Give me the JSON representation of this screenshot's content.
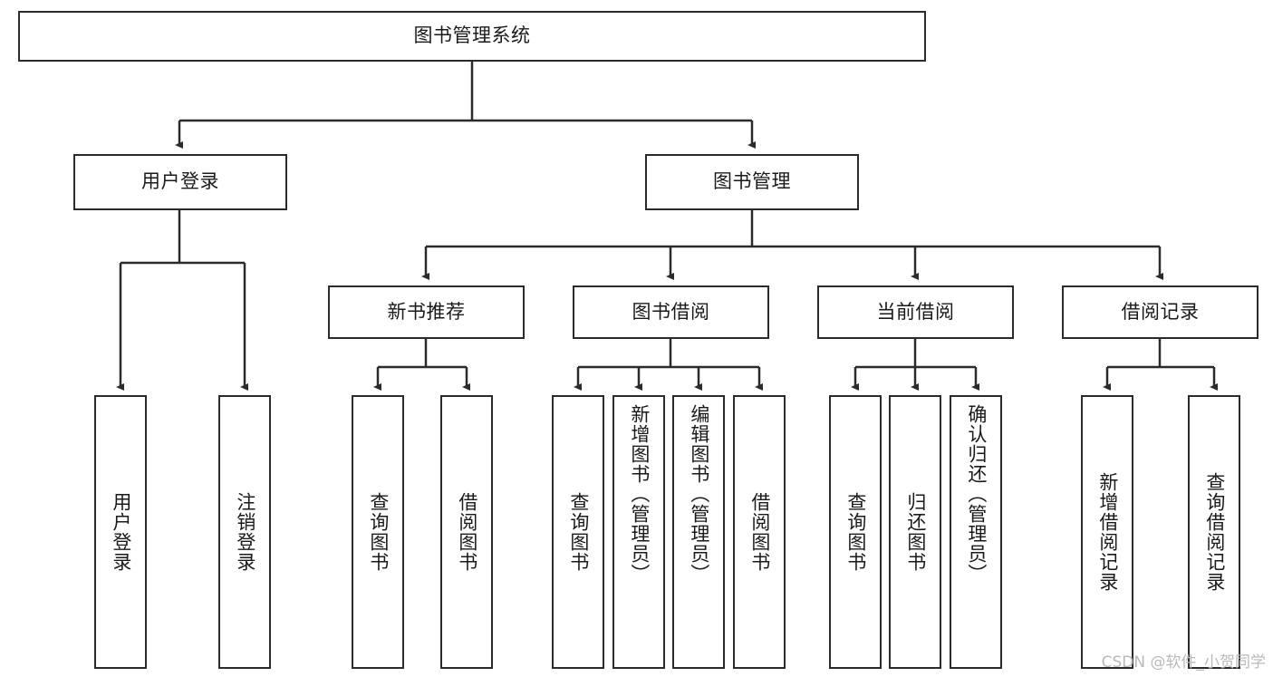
{
  "diagram": {
    "type": "tree",
    "title": "图书管理系统",
    "orientation": "top-down",
    "watermark": "CSDN @软件_小贺同学",
    "colors": {
      "box_border": "#2b2b2b",
      "box_fill": "#ffffff",
      "edge": "#2b2b2b",
      "text": "#1a1a1a",
      "background": "#ffffff",
      "watermark": "#b9b9b9"
    },
    "levels": {
      "root": {
        "label": "图书管理系统"
      },
      "level2": [
        {
          "label": "用户登录"
        },
        {
          "label": "图书管理"
        }
      ],
      "level3": [
        {
          "label": "新书推荐"
        },
        {
          "label": "图书借阅"
        },
        {
          "label": "当前借阅"
        },
        {
          "label": "借阅记录"
        }
      ],
      "leaves": {
        "user_login": [
          {
            "label": "用户登录"
          },
          {
            "label": "注销登录"
          }
        ],
        "new_book": [
          {
            "label": "查询图书"
          },
          {
            "label": "借阅图书"
          }
        ],
        "book_borrow": [
          {
            "label": "查询图书"
          },
          {
            "label": "新增图书（管理员）"
          },
          {
            "label": "编辑图书（管理员）"
          },
          {
            "label": "借阅图书"
          }
        ],
        "current_borrow": [
          {
            "label": "查询图书"
          },
          {
            "label": "归还图书"
          },
          {
            "label": "确认归还（管理员）"
          }
        ],
        "borrow_record": [
          {
            "label": "新增借阅记录"
          },
          {
            "label": "查询借阅记录"
          }
        ]
      }
    }
  }
}
